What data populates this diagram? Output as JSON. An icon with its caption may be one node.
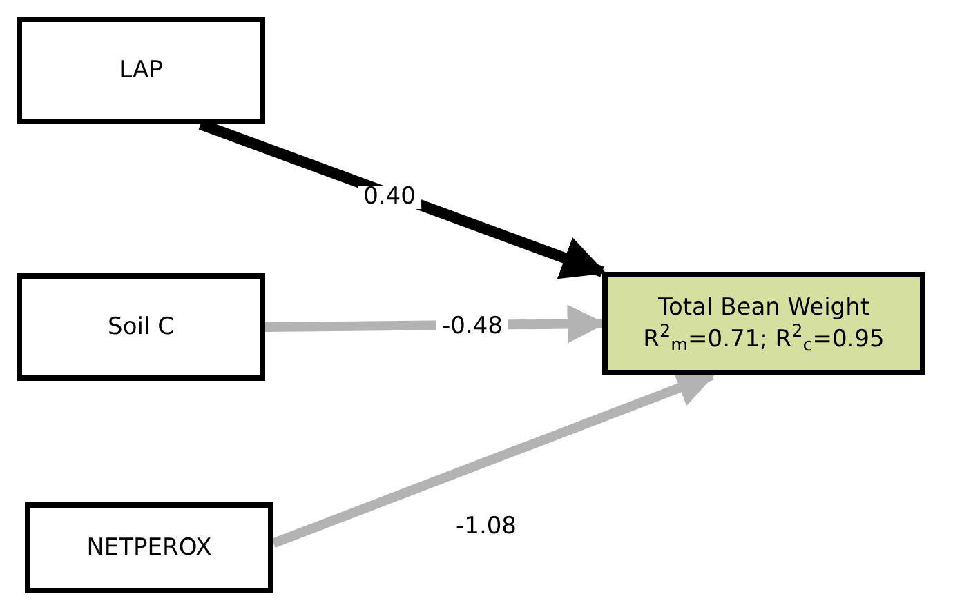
{
  "diagram": {
    "nodes": [
      {
        "text": [
          "LAP"
        ]
      },
      {
        "text": [
          "Soil C"
        ]
      },
      {
        "text": [
          "NETPEROX"
        ]
      },
      {
        "text": [
          "Total Bean Weight",
          "R$^{2}$$_{m}$=0.71; R$^{2}$$_{c}$=0.95"
        ]
      }
    ],
    "edges": [
      {
        "from": 0,
        "to": 3,
        "arrow": "to",
        "label": "0.40",
        "color": "#000000"
      },
      {
        "from": 1,
        "to": 3,
        "arrow": "to",
        "label": "-0.48"
      },
      {
        "from": 2,
        "to": 3,
        "arrow": "to",
        "label": "-1.08"
      }
    ]
  }
}
